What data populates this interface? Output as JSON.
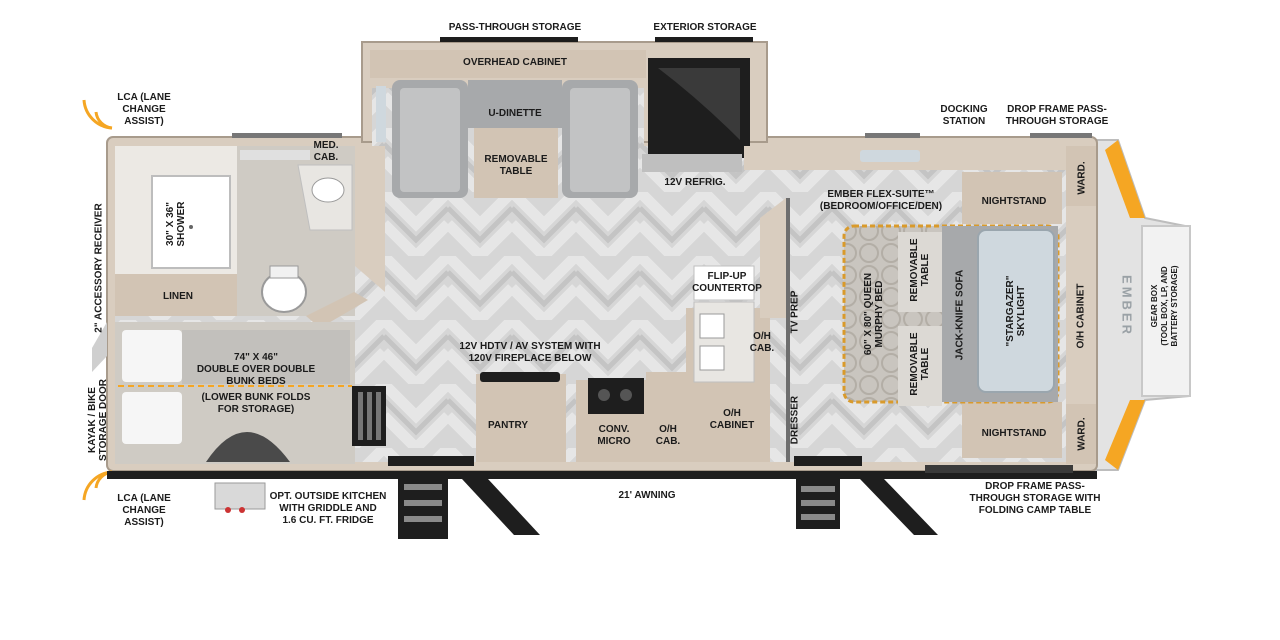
{
  "colors": {
    "floor": "#d6d6d6",
    "chevron_light": "#e6e6e6",
    "chevron_dark": "#c4c4c4",
    "wall": "#d9cdbf",
    "wall_dark": "#a89b8c",
    "sofa": "#a7a9ab",
    "wood": "#d2c4b4",
    "accent_orange": "#f5a623",
    "bed_outline": "#d99a2b",
    "glass": "#cfd8de",
    "black": "#1e1e1e"
  },
  "labels": {
    "pass_through_storage": "PASS-THROUGH STORAGE",
    "exterior_storage": "EXTERIOR STORAGE",
    "overhead_cabinet": "OVERHEAD CABINET",
    "u_dinette": "U-DINETTE",
    "removable_table": "REMOVABLE\nTABLE",
    "refrigerator": "12V REFRIG.",
    "docking_station": "DOCKING\nSTATION",
    "drop_frame_top": "DROP FRAME PASS-\nTHROUGH STORAGE",
    "lca_top": "LCA (LANE\nCHANGE\nASSIST)",
    "lca_bottom": "LCA (LANE\nCHANGE\nASSIST)",
    "med_cab": "MED.\nCAB.",
    "shower": "30\" X 36\"\nSHOWER",
    "linen": "LINEN",
    "accessory_receiver": "2\" ACCESSORY RECEIVER",
    "kayak_door": "KAYAK / BIKE\nSTORAGE DOOR",
    "bunk_beds": "74\" X 46\"\nDOUBLE OVER DOUBLE\nBUNK BEDS",
    "bunk_note": "(LOWER BUNK FOLDS\nFOR STORAGE)",
    "outside_kitchen": "OPT. OUTSIDE KITCHEN\nWITH GRIDDLE AND\n1.6 CU. FT. FRIDGE",
    "hdtv": "12V HDTV / AV SYSTEM WITH\n120V FIREPLACE BELOW",
    "pantry": "PANTRY",
    "conv_micro": "CONV.\nMICRO",
    "oh_cab_kitchen": "O/H\nCAB.",
    "oh_cabinet_kitchen": "O/H\nCABINET",
    "flip_up": "FLIP-UP\nCOUNTERTOP",
    "oh_cab_sink": "O/H\nCAB.",
    "awning": "21' AWNING",
    "tv_prep": "TV PREP",
    "dresser": "DRESSER",
    "flex_suite": "EMBER FLEX-SUITE™\n(BEDROOM/OFFICE/DEN)",
    "nightstand_top": "NIGHTSTAND",
    "nightstand_bottom": "NIGHTSTAND",
    "ward_top": "WARD.",
    "ward_bottom": "WARD.",
    "murphy_bed": "60\" X 80\" QUEEN\nMURPHY BED",
    "removable_table_top": "REMOVABLE\nTABLE",
    "removable_table_bottom": "REMOVABLE\nTABLE",
    "jack_knife_sofa": "JACK-KNIFE SOFA",
    "skylight": "\"STARGAZER\"\nSKYLIGHT",
    "oh_cabinet_right": "O/H CABINET",
    "gear_box": "GEAR BOX\n(TOOL BOX, LP, AND\nBATTERY STORAGE)",
    "drop_frame_bottom": "DROP FRAME PASS-\nTHROUGH STORAGE WITH\nFOLDING CAMP TABLE",
    "brand_logo": "EMBER"
  }
}
